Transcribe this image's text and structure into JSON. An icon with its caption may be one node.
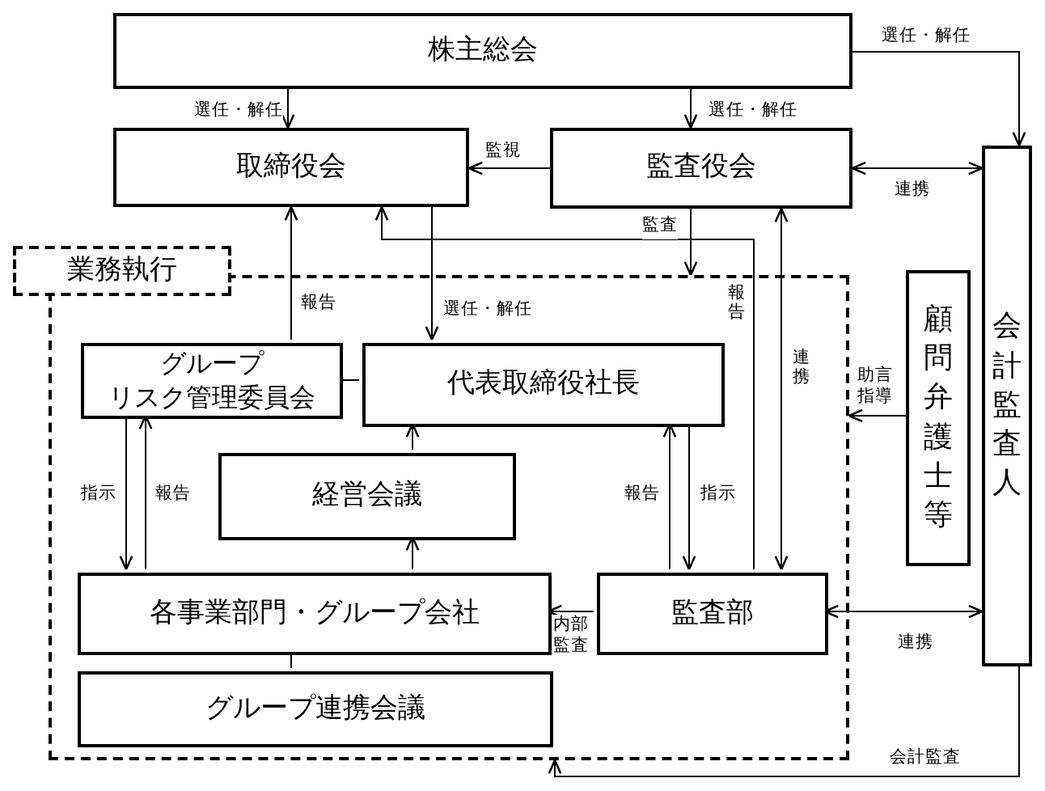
{
  "diagram": {
    "nodes": [
      {
        "text": [
          "株主総会"
        ]
      },
      {
        "text": [
          "取締役会"
        ]
      },
      {
        "text": [
          "監査役会"
        ]
      },
      {
        "text": [
          "会計監査人"
        ]
      },
      {
        "text": [
          "業務執行"
        ]
      },
      {
        "text": [
          "グループリスク管理委員会"
        ],
        "in": 4
      },
      {
        "text": [
          "代表取締役社長"
        ],
        "in": 4
      },
      {
        "text": [
          "経営会議"
        ],
        "in": 4
      },
      {
        "text": [
          "各事業部門・グループ会社"
        ],
        "in": 4
      },
      {
        "text": [
          "監査部"
        ],
        "in": 4
      },
      {
        "text": [
          "グループ連携会議"
        ],
        "in": 4
      },
      {
        "text": [
          "顧問弁護士等"
        ]
      }
    ],
    "edges": [
      {
        "from": 0,
        "to": 1,
        "arrow": "to",
        "label": "選任・解任"
      },
      {
        "from": 0,
        "to": 2,
        "arrow": "to",
        "label": "選任・解任"
      },
      {
        "from": 0,
        "to": 3,
        "arrow": "to",
        "label": "選任・解任"
      },
      {
        "from": 2,
        "to": 1,
        "arrow": "to",
        "label": "監視"
      },
      {
        "from": 2,
        "to": 3,
        "arrow": "both",
        "label": "連携"
      },
      {
        "from": 5,
        "to": 1,
        "arrow": "to",
        "label": "報告"
      },
      {
        "from": 1,
        "to": 6,
        "arrow": "to",
        "label": "選任・解任"
      },
      {
        "from": 2,
        "to": 4,
        "arrow": "to",
        "label": "監査"
      },
      {
        "from": 9,
        "to": 1,
        "arrow": "to",
        "label": "報告"
      },
      {
        "from": 9,
        "to": 2,
        "arrow": "both",
        "label": "連携"
      },
      {
        "from": 5,
        "to": 6,
        "arrow": "none"
      },
      {
        "from": 7,
        "to": 6,
        "arrow": "to"
      },
      {
        "from": 8,
        "to": 7,
        "arrow": "to"
      },
      {
        "from": 5,
        "to": 8,
        "arrow": "to",
        "label": "指示"
      },
      {
        "from": 8,
        "to": 5,
        "arrow": "to",
        "label": "報告"
      },
      {
        "from": 9,
        "to": 6,
        "arrow": "to",
        "label": "報告"
      },
      {
        "from": 6,
        "to": 9,
        "arrow": "to",
        "label": "指示"
      },
      {
        "from": 9,
        "to": 8,
        "arrow": "to",
        "label": "内部監査"
      },
      {
        "from": 9,
        "to": 3,
        "arrow": "both",
        "label": "連携"
      },
      {
        "from": 8,
        "to": 10,
        "arrow": "none"
      },
      {
        "from": 11,
        "to": 4,
        "arrow": "to",
        "label": "助言指導"
      },
      {
        "from": 3,
        "to": 4,
        "arrow": "to",
        "label": "会計監査"
      }
    ]
  }
}
